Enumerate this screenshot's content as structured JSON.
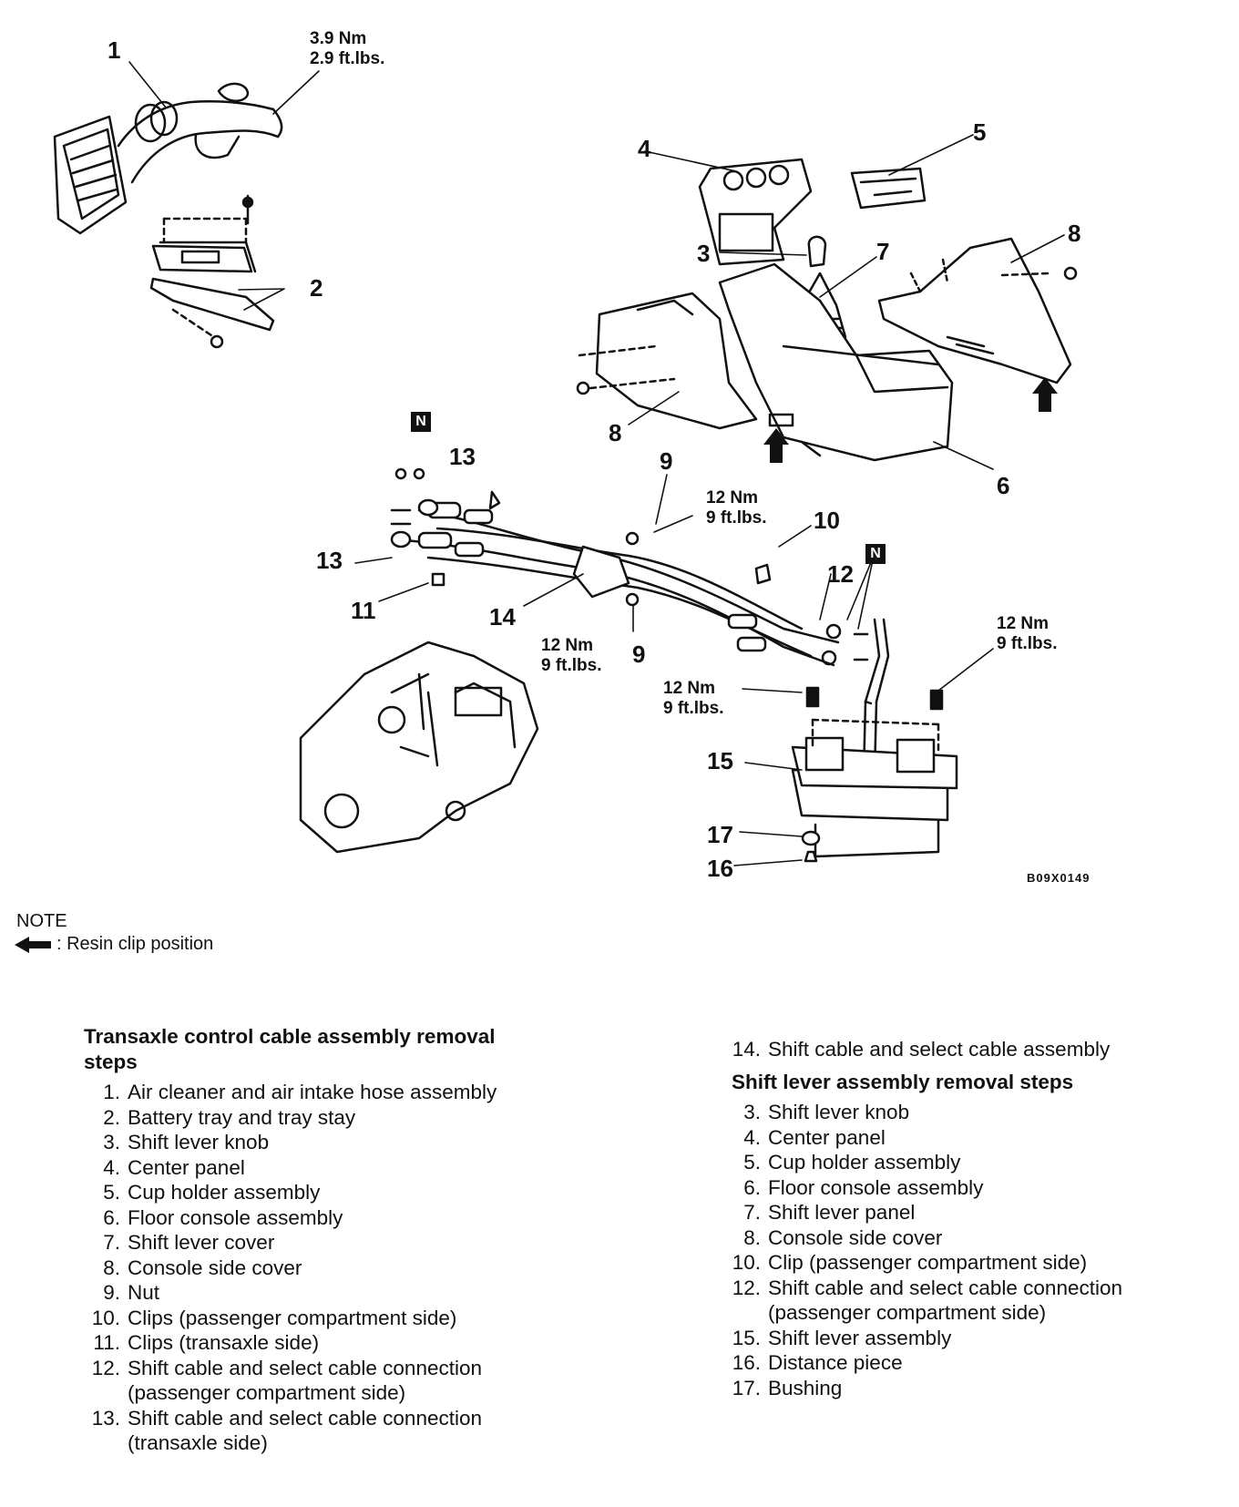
{
  "diagram": {
    "callouts": [
      {
        "id": "c1",
        "text": "1"
      },
      {
        "id": "c2",
        "text": "2"
      },
      {
        "id": "c3",
        "text": "3"
      },
      {
        "id": "c4",
        "text": "4"
      },
      {
        "id": "c5",
        "text": "5"
      },
      {
        "id": "c6",
        "text": "6"
      },
      {
        "id": "c7",
        "text": "7"
      },
      {
        "id": "c8a",
        "text": "8"
      },
      {
        "id": "c8b",
        "text": "8"
      },
      {
        "id": "c9a",
        "text": "9"
      },
      {
        "id": "c9b",
        "text": "9"
      },
      {
        "id": "c10",
        "text": "10"
      },
      {
        "id": "c11",
        "text": "11"
      },
      {
        "id": "c12",
        "text": "12"
      },
      {
        "id": "c13a",
        "text": "13"
      },
      {
        "id": "c13b",
        "text": "13"
      },
      {
        "id": "c14",
        "text": "14"
      },
      {
        "id": "c15",
        "text": "15"
      },
      {
        "id": "c16",
        "text": "16"
      },
      {
        "id": "c17",
        "text": "17"
      }
    ],
    "torques": [
      {
        "id": "t1",
        "text": "3.9 Nm\n2.9 ft.lbs."
      },
      {
        "id": "t2",
        "text": "12 Nm\n9 ft.lbs."
      },
      {
        "id": "t3",
        "text": "12 Nm\n9 ft.lbs."
      },
      {
        "id": "t4",
        "text": "12 Nm\n9 ft.lbs."
      },
      {
        "id": "t5",
        "text": "12 Nm\n9 ft.lbs."
      }
    ],
    "n_marks": [
      "N",
      "N"
    ],
    "figure_code": "B09X0149"
  },
  "note": {
    "title": "NOTE",
    "arrow_icon": "resin-clip-arrow-icon",
    "text": ": Resin clip position"
  },
  "left_column": {
    "heading": "Transaxle control cable assembly removal steps",
    "steps": [
      {
        "num": "1.",
        "text": "Air cleaner and air intake hose assembly"
      },
      {
        "num": "2.",
        "text": "Battery tray and tray stay"
      },
      {
        "num": "3.",
        "text": "Shift lever knob"
      },
      {
        "num": "4.",
        "text": "Center panel"
      },
      {
        "num": "5.",
        "text": "Cup holder assembly"
      },
      {
        "num": "6.",
        "text": "Floor console assembly"
      },
      {
        "num": "7.",
        "text": "Shift lever cover"
      },
      {
        "num": "8.",
        "text": "Console side cover"
      },
      {
        "num": "9.",
        "text": "Nut"
      },
      {
        "num": "10.",
        "text": "Clips (passenger compartment side)"
      },
      {
        "num": "11.",
        "text": "Clips (transaxle side)"
      },
      {
        "num": "12.",
        "text": "Shift cable and select cable connection (passenger compartment side)"
      },
      {
        "num": "13.",
        "text": "Shift cable and select cable connection (transaxle side)"
      }
    ]
  },
  "right_column": {
    "continued": [
      {
        "num": "14.",
        "text": "Shift cable and select cable assembly"
      }
    ],
    "heading": "Shift lever assembly removal steps",
    "steps": [
      {
        "num": "3.",
        "text": "Shift lever knob"
      },
      {
        "num": "4.",
        "text": "Center panel"
      },
      {
        "num": "5.",
        "text": "Cup holder assembly"
      },
      {
        "num": "6.",
        "text": "Floor console assembly"
      },
      {
        "num": "7.",
        "text": "Shift lever panel"
      },
      {
        "num": "8.",
        "text": "Console side cover"
      },
      {
        "num": "10.",
        "text": "Clip (passenger compartment side)"
      },
      {
        "num": "12.",
        "text": "Shift cable and select cable connection (passenger compartment side)"
      },
      {
        "num": "15.",
        "text": "Shift lever assembly"
      },
      {
        "num": "16.",
        "text": "Distance piece"
      },
      {
        "num": "17.",
        "text": "Bushing"
      }
    ]
  }
}
